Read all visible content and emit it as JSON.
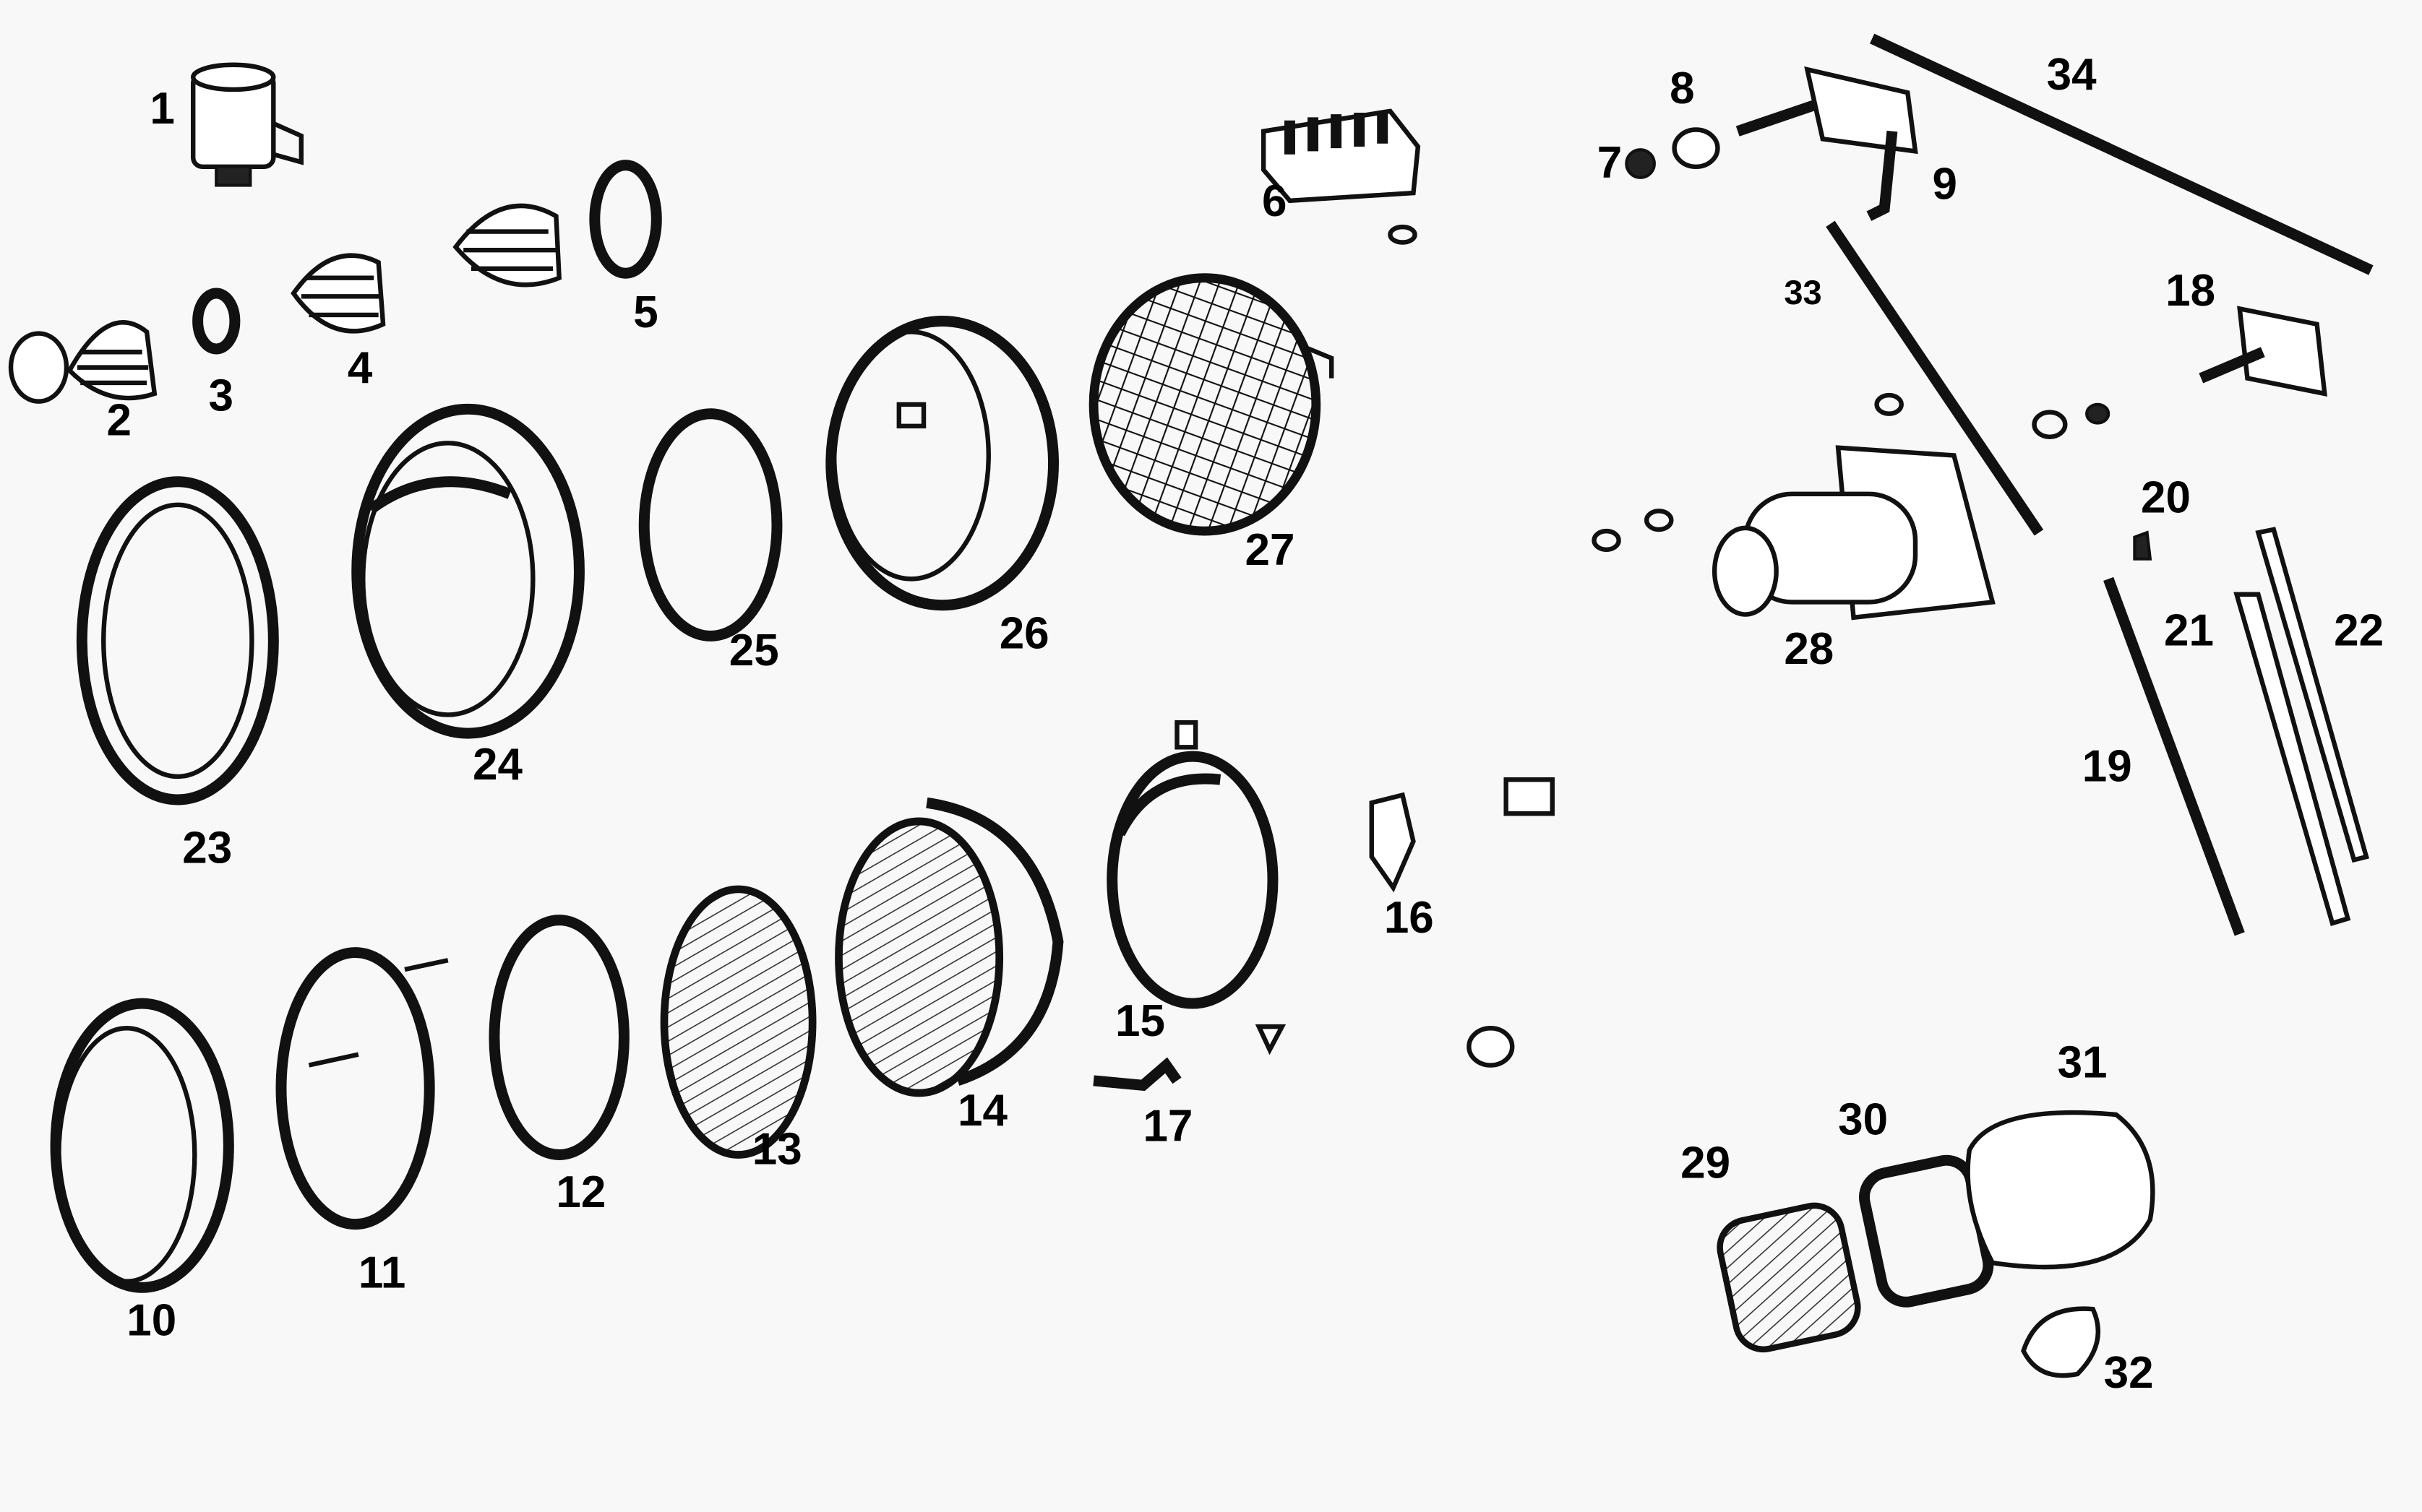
{
  "title": "Lighting and wiper parts exploded diagram",
  "labels": {
    "p1": "1",
    "p2": "2",
    "p3": "3",
    "p4": "4",
    "p5": "5",
    "p6": "6",
    "p7": "7",
    "p8": "8",
    "p9": "9",
    "p10": "10",
    "p11": "11",
    "p12": "12",
    "p13": "13",
    "p14": "14",
    "p15": "15",
    "p16": "16",
    "p17": "17",
    "p18": "18",
    "p19": "19",
    "p20": "20",
    "p21": "21",
    "p22": "22",
    "p23": "23",
    "p24": "24",
    "p25": "25",
    "p26": "26",
    "p27": "27",
    "p28": "28",
    "p29": "29",
    "p30": "30",
    "p31": "31",
    "p32": "32",
    "p33": "33",
    "p34": "34"
  }
}
